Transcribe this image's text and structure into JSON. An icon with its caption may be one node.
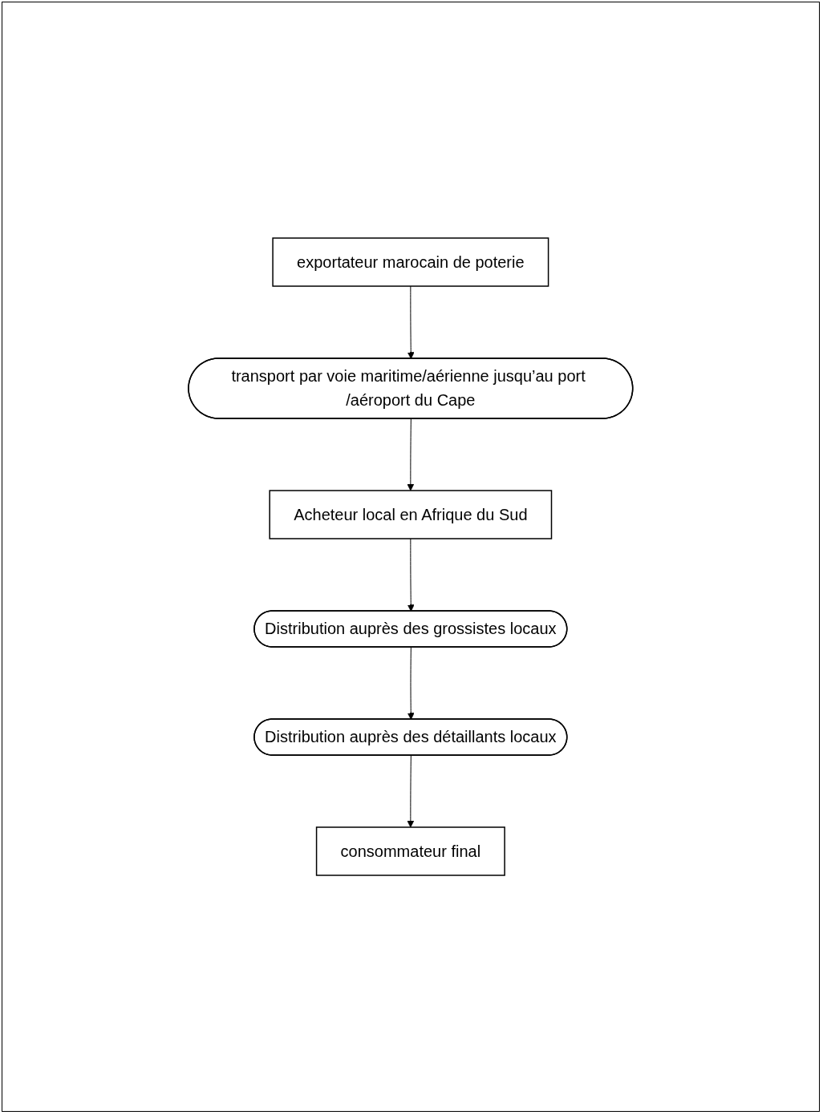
{
  "diagram": {
    "nodes": [
      {
        "text": [
          "exportateur marocain de poterie"
        ]
      },
      {
        "text": [
          "transport par voie maritime/aérienne jusqu’au port /aéroport du Cape"
        ]
      },
      {
        "text": [
          "Acheteur local en Afrique du Sud"
        ]
      },
      {
        "text": [
          "Distribution auprès des grossistes locaux"
        ]
      },
      {
        "text": [
          "Distribution auprès des détaillants locaux"
        ]
      },
      {
        "text": [
          "consommateur final"
        ]
      }
    ],
    "edges": [
      {
        "from": 0,
        "to": 1,
        "arrow": "to"
      },
      {
        "from": 1,
        "to": 2,
        "arrow": "to"
      },
      {
        "from": 2,
        "to": 3,
        "arrow": "to"
      },
      {
        "from": 3,
        "to": 4,
        "arrow": "to"
      },
      {
        "from": 4,
        "to": 5,
        "arrow": "to"
      }
    ]
  }
}
